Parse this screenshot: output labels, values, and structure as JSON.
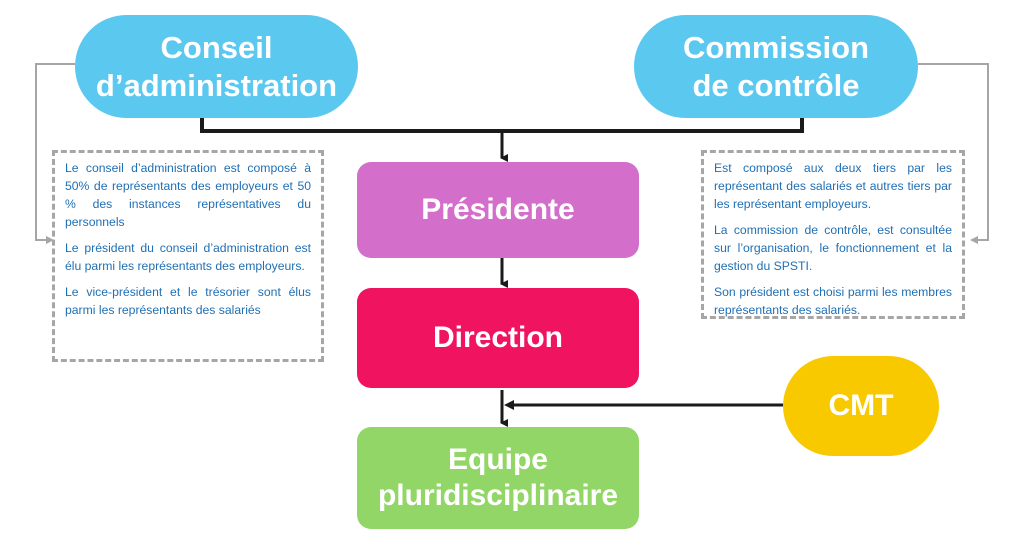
{
  "colors": {
    "blue": "#5bc8f0",
    "magenta": "#d36ecb",
    "red": "#f0135f",
    "green": "#92d667",
    "yellow": "#f9c900",
    "note_text": "#1f6fb5",
    "dash": "#a6a6a6",
    "connector": "#1a1a1a"
  },
  "nodes": {
    "conseil": {
      "line1": "Conseil",
      "line2": "d’administration"
    },
    "commission": {
      "line1": "Commission",
      "line2": "de contrôle"
    },
    "presidente": {
      "label": "Présidente"
    },
    "direction": {
      "label": "Direction"
    },
    "equipe": {
      "line1": "Equipe",
      "line2": "pluridisciplinaire"
    },
    "cmt": {
      "label": "CMT"
    }
  },
  "notes": {
    "left": [
      "Le conseil d’administration est composé à 50% de représentants des employeurs et 50 % des instances représentatives du personnels",
      "Le président du conseil d’administration est élu parmi les représentants des employeurs.",
      "Le vice-président et le trésorier sont élus parmi les représentants des salariés"
    ],
    "right": [
      "Est composé aux deux tiers par les représentant des salariés et autres tiers par les représentant employeurs.",
      "La commission de contrôle, est consultée sur l’organisation, le fonctionnement et la gestion du SPSTI.",
      "Son président est choisi parmi les membres représentants des salariés."
    ]
  }
}
